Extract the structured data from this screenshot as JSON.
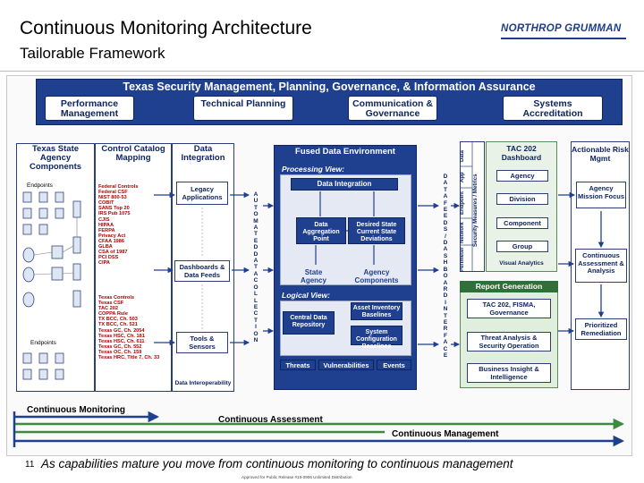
{
  "slide": {
    "title": "Continuous Monitoring Architecture",
    "subtitle": "Tailorable Framework",
    "logo": "NORTHROP GRUMMAN",
    "page_number": "11",
    "caption": "As capabilities mature you move from continuous monitoring to continuous management",
    "approval": "Approved for Public Release #15-0906 Unlimited Distribution"
  },
  "banner": {
    "title": "Texas Security Management, Planning, Governance, & Information Assurance",
    "items": [
      "Performance Management",
      "Technical Planning",
      "Communication & Governance",
      "Systems Accreditation"
    ]
  },
  "col_agency": {
    "title": "Texas State Agency Components",
    "endpoints_top": "Endpoints",
    "endpoints_bottom": "Endpoints"
  },
  "col_catalog": {
    "title": "Control Catalog Mapping",
    "list1": [
      "Federal Controls",
      "Federal CSF",
      "NIST 800-53",
      "COBIT",
      "SANS Top 20",
      "IRS Pub 1075",
      "CJIS",
      "HIPAA",
      "FERPA",
      "Privacy Act",
      "CFAA 1986",
      "GLBA",
      "CSA of 1987",
      "PCI DSS",
      "CIPA"
    ],
    "list2": [
      "Texas Controls",
      "Texas CSF",
      "TAC 202",
      "COPPA Rule",
      "TX BCC, Ch. 503",
      "TX BCC, Ch. 521",
      "Texas GC, Ch. 2054",
      "Texas HSC, Ch. 181",
      "Texas HSC, Ch. 611",
      "Texas GC, Ch. 552",
      "Texas OC, Ch. 159",
      "Texas HRC, Title 7, Ch. 33"
    ]
  },
  "col_integration": {
    "title": "Data Integration",
    "items": [
      "Legacy Applications",
      "Dashboards & Data Feeds",
      "Tools & Sensors"
    ],
    "footer": "Data Interoperability"
  },
  "automated_label": "AUTOMATED DATA COLLECTION",
  "dashboard_label": "DATA FEEDS / DASHBOARD INTERFACE",
  "fused": {
    "title": "Fused Data Environment",
    "processing_title": "Processing View:",
    "integration_box": "Data Integration",
    "agg_box": "Data Aggregation Point",
    "desired_box": "Desired State Current State Deviations",
    "state_agency": "State Agency",
    "agency_components": "Agency Components",
    "logical_title": "Logical View:",
    "asset_box": "Asset Inventory Baselines",
    "central_box": "Central Data Repository",
    "config_box": "System Configuration Baselines",
    "bottom_tabs": [
      "Threats",
      "Vulnerabilities",
      "Events"
    ]
  },
  "vertical_tabs": [
    "Data",
    "App",
    "Security Measures / Metrics",
    "Endpoint",
    "Network",
    "Perimeter"
  ],
  "tac_dashboard": {
    "title": "TAC 202 Dashboard",
    "items": [
      "Agency",
      "Division",
      "Component",
      "Group"
    ],
    "footer": "Visual Analytics"
  },
  "report": {
    "title": "Report Generation",
    "items": [
      "TAC 202, FISMA, Governance",
      "Threat Analysis & Security Operation",
      "Business Insight & Intelligence"
    ]
  },
  "actionable": {
    "title": "Actionable Risk Mgmt",
    "items": [
      "Agency Mission Focus",
      "Continuous Assessment & Analysis",
      "Prioritized Remediation"
    ]
  },
  "timeline": [
    "Continuous Monitoring",
    "Continuous Assessment",
    "Continuous Management"
  ],
  "colors": {
    "navy": "#1f3f8f",
    "red_text": "#b00000",
    "green": "#2f6f3a",
    "bar_green": "#3e8a3e"
  }
}
